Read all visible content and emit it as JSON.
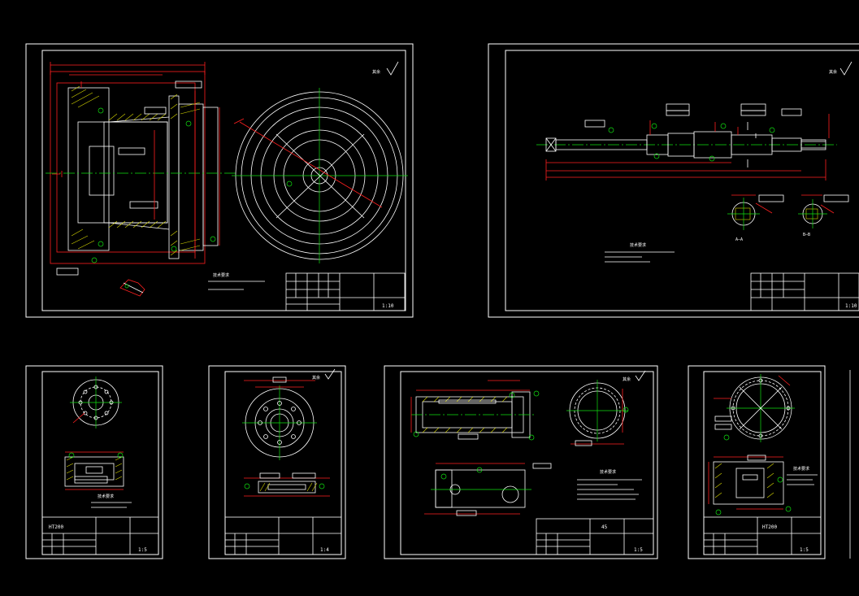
{
  "colors": {
    "background": "#000000",
    "frame": "#ffffff",
    "dimension": "#ff2020",
    "centerline": "#10e010",
    "hatch": "#d8d800",
    "tolerance_box": "#ffffff"
  },
  "sheets": [
    {
      "id": "sheet-1",
      "roughness_label": "其余",
      "section_labels": [],
      "notes_title": "技术要求",
      "title_block": {
        "material": "",
        "part_name": "",
        "scale": "1:10"
      }
    },
    {
      "id": "sheet-2",
      "roughness_label": "其余",
      "section_labels": [
        "A—A",
        "B—B"
      ],
      "notes_title": "技术要求",
      "title_block": {
        "material": "",
        "part_name": "",
        "scale": "1:10"
      }
    },
    {
      "id": "sheet-3",
      "roughness_label": "",
      "section_labels": [],
      "notes_title": "技术要求",
      "title_block": {
        "material": "HT200",
        "part_name": "",
        "scale": "1:5"
      }
    },
    {
      "id": "sheet-4",
      "roughness_label": "其余",
      "section_labels": [],
      "notes_title": "",
      "title_block": {
        "material": "",
        "part_name": "",
        "scale": "1:4"
      }
    },
    {
      "id": "sheet-5",
      "roughness_label": "其余",
      "section_labels": [],
      "notes_title": "技术要求",
      "title_block": {
        "material": "45",
        "part_name": "",
        "scale": "1:5"
      }
    },
    {
      "id": "sheet-6",
      "roughness_label": "",
      "section_labels": [],
      "notes_title": "技术要求",
      "title_block": {
        "material": "HT200",
        "part_name": "",
        "scale": "1:5"
      }
    }
  ]
}
